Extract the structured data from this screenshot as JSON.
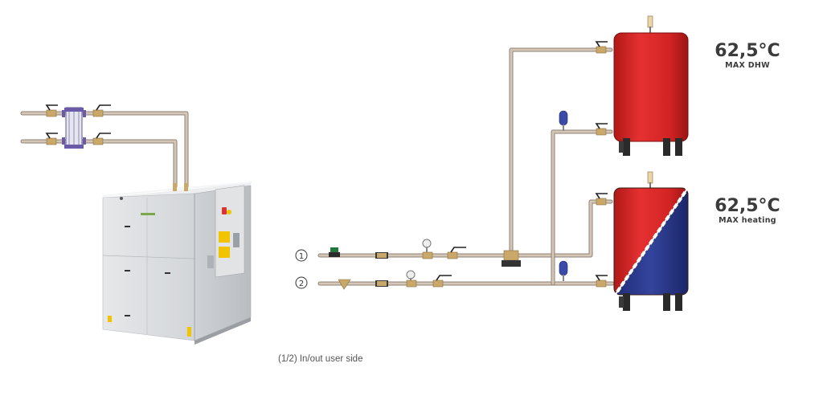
{
  "tank_top": {
    "temperature": "62,5°C",
    "label": "MAX DHW"
  },
  "tank_bottom": {
    "temperature": "62,5°C",
    "label": "MAX heating"
  },
  "circuit_labels": [
    "1",
    "2"
  ],
  "caption": "(1/2) In/out user side",
  "colors": {
    "pipe": "#c9b9a8",
    "pipe_edge": "#8f8073",
    "tank_red": "#d42a2a",
    "tank_blue": "#2b3a8f",
    "unit_grey": "#dcdee0",
    "fitting": "#c9a86a",
    "panel_yellow": "#f2c300"
  }
}
